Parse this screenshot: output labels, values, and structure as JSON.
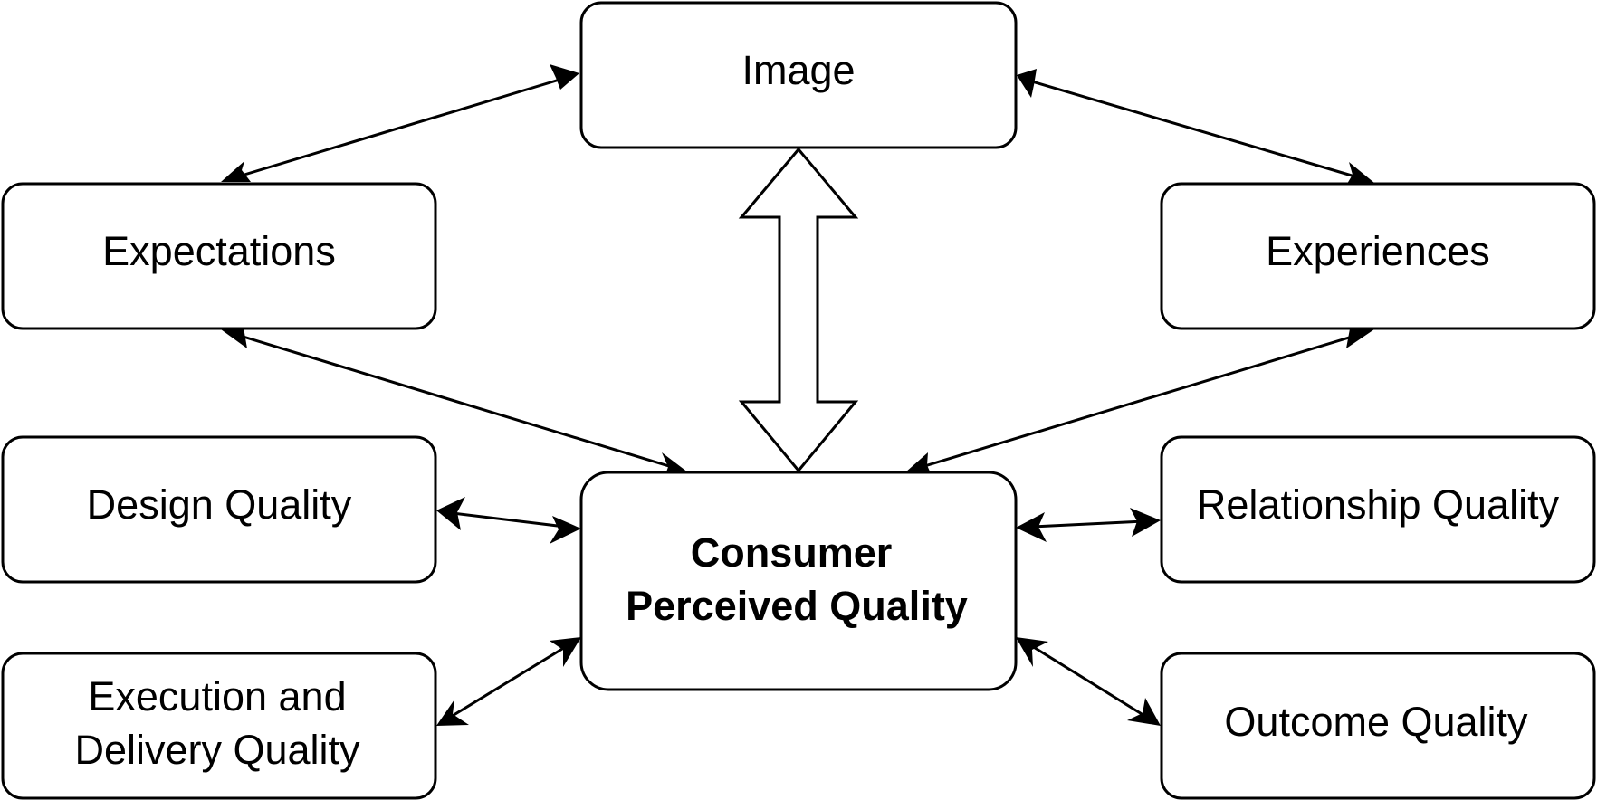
{
  "diagram": {
    "nodes": {
      "image": {
        "label": "Image"
      },
      "expectations": {
        "label": "Expectations"
      },
      "experiences": {
        "label": "Experiences"
      },
      "design_quality": {
        "label": "Design Quality"
      },
      "relationship_quality": {
        "label": "Relationship Quality"
      },
      "consumer_perceived_quality": {
        "line1": "Consumer",
        "line2": "Perceived Quality"
      },
      "execution_delivery_quality": {
        "line1": "Execution and",
        "line2": "Delivery Quality"
      },
      "outcome_quality": {
        "label": "Outcome Quality"
      }
    },
    "connections": [
      {
        "from": "Expectations",
        "to": "Image",
        "style": "bidirectional"
      },
      {
        "from": "Image",
        "to": "Experiences",
        "style": "bidirectional"
      },
      {
        "from": "Image",
        "to": "Consumer Perceived Quality",
        "style": "bidirectional-block"
      },
      {
        "from": "Expectations",
        "to": "Consumer Perceived Quality",
        "style": "bidirectional"
      },
      {
        "from": "Experiences",
        "to": "Consumer Perceived Quality",
        "style": "bidirectional"
      },
      {
        "from": "Design Quality",
        "to": "Consumer Perceived Quality",
        "style": "bidirectional"
      },
      {
        "from": "Relationship Quality",
        "to": "Consumer Perceived Quality",
        "style": "bidirectional"
      },
      {
        "from": "Execution and Delivery Quality",
        "to": "Consumer Perceived Quality",
        "style": "bidirectional"
      },
      {
        "from": "Outcome Quality",
        "to": "Consumer Perceived Quality",
        "style": "bidirectional"
      }
    ],
    "colors": {
      "stroke": "#000000",
      "fill": "#ffffff"
    }
  }
}
